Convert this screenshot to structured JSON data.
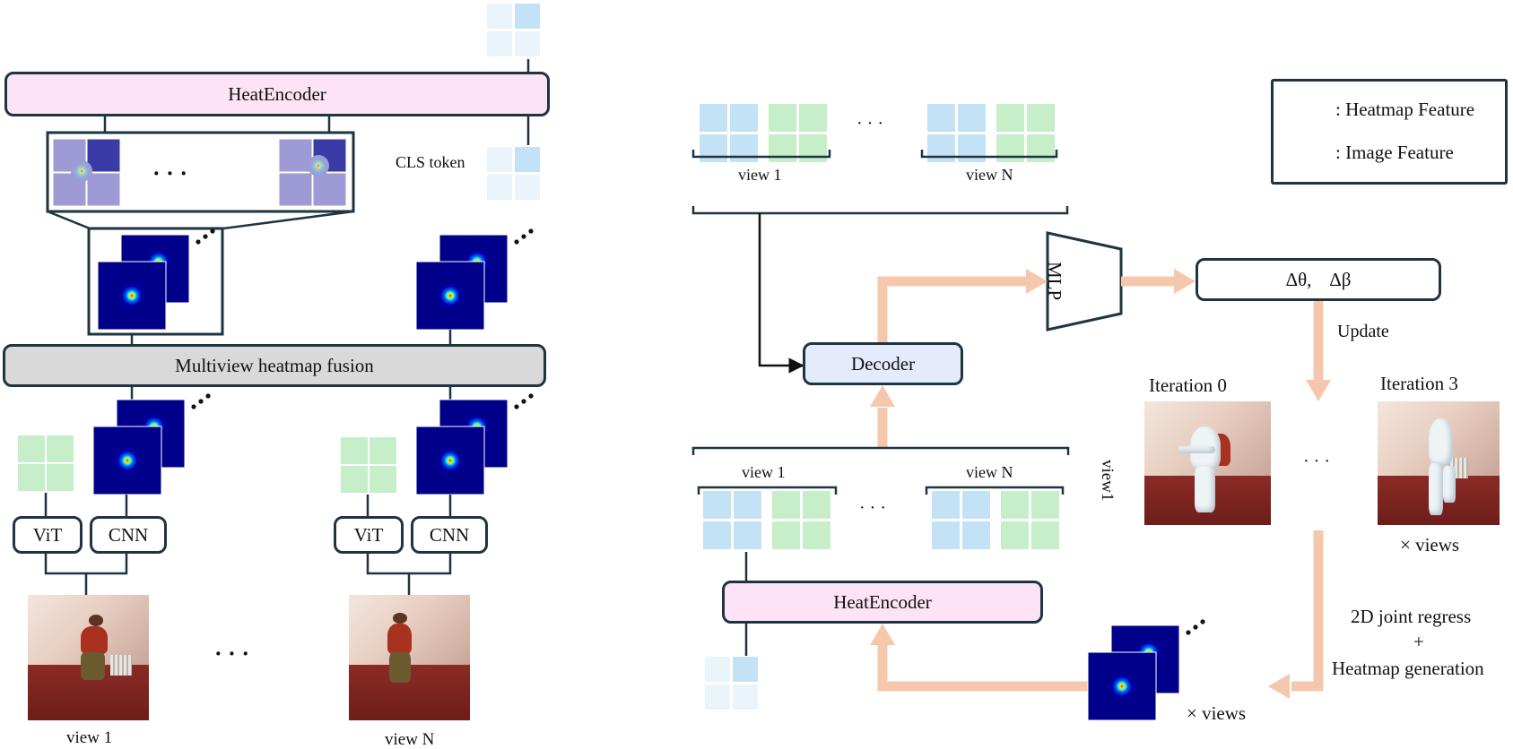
{
  "colors": {
    "stroke": "#1e3441",
    "arrow_orange": "#f5c8ad",
    "heatmap_token": "#c3e2f5",
    "heatmap_token_light": "#eaf4fb",
    "image_token": "#c5eec9",
    "heatmap_bg": "#00008b",
    "pink_box": "#fde3f5",
    "gray_box": "#d9d9d9",
    "lavender_box": "#e3ebfc"
  },
  "left": {
    "heat_encoder": "HeatEncoder",
    "cls_token": "CLS token",
    "fusion": "Multiview heatmap fusion",
    "vit": "ViT",
    "cnn": "CNN",
    "view_1": "view 1",
    "view_n": "view N"
  },
  "right": {
    "top_view_1": "view 1",
    "top_view_n": "view N",
    "mlp": "MLP",
    "delta": "Δθ,    Δβ",
    "update": "Update",
    "decoder": "Decoder",
    "bottom_view_1": "view 1",
    "bottom_view_n": "view N",
    "heat_encoder": "HeatEncoder",
    "iteration_0": "Iteration 0",
    "iteration_3": "Iteration 3",
    "view1_vertical": "view1",
    "times_views_top": "× views",
    "times_views_bottom": "× views",
    "regress_line1": "2D joint regress",
    "regress_line2": "+",
    "regress_line3": "Heatmap generation"
  },
  "legend": {
    "heatmap_feature": ": Heatmap Feature",
    "image_feature": ": Image Feature"
  },
  "ellipsis": "· · ·"
}
